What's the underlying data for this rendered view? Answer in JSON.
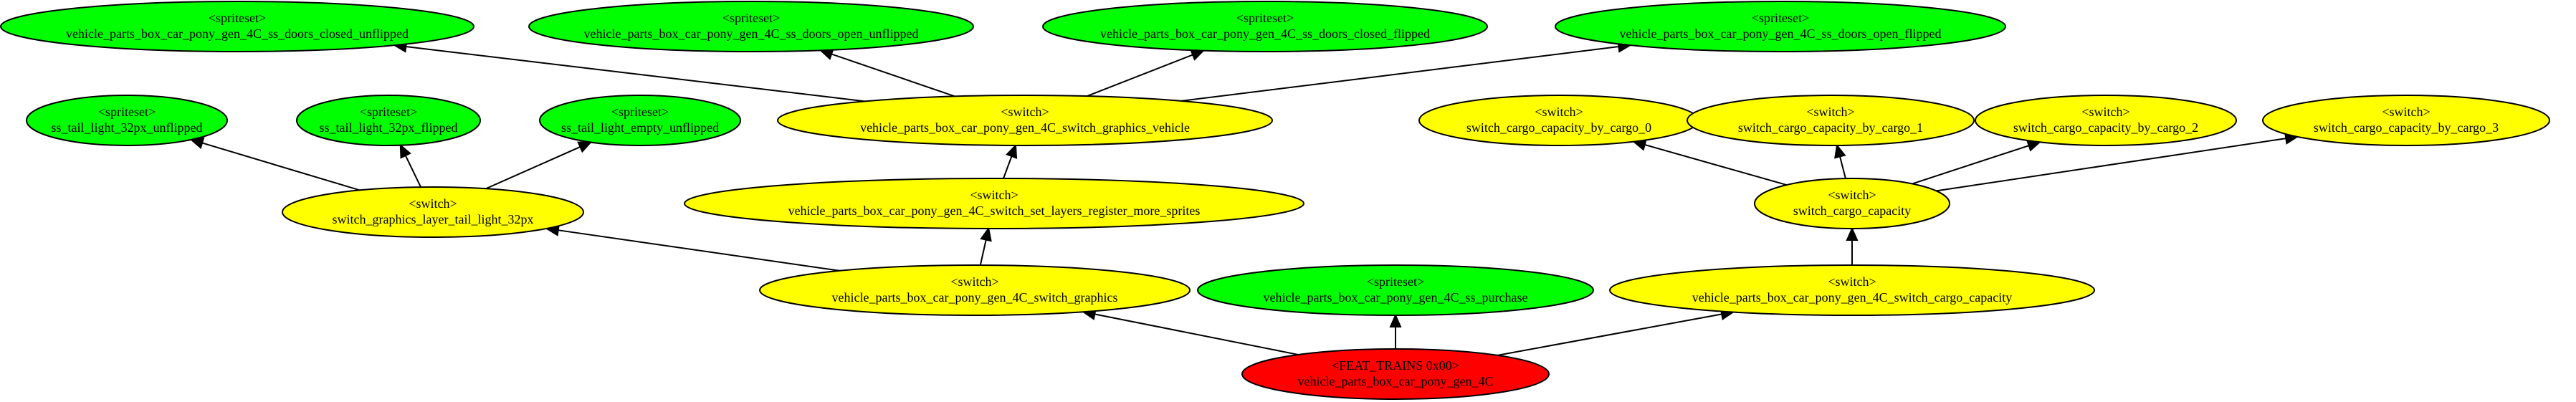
{
  "colors": {
    "spriteset": "#00ff00",
    "switch": "#ffff00",
    "root": "#ff0000",
    "edge": "#000000",
    "background": "#ffffff"
  },
  "nodes": [
    {
      "id": "n1",
      "kind": "spriteset",
      "line1": "<spriteset>",
      "line2": "vehicle_parts_box_car_pony_gen_4C_ss_doors_closed_unflipped"
    },
    {
      "id": "n2",
      "kind": "spriteset",
      "line1": "<spriteset>",
      "line2": "vehicle_parts_box_car_pony_gen_4C_ss_doors_open_unflipped"
    },
    {
      "id": "n3",
      "kind": "spriteset",
      "line1": "<spriteset>",
      "line2": "vehicle_parts_box_car_pony_gen_4C_ss_doors_closed_flipped"
    },
    {
      "id": "n4",
      "kind": "spriteset",
      "line1": "<spriteset>",
      "line2": "vehicle_parts_box_car_pony_gen_4C_ss_doors_open_flipped"
    },
    {
      "id": "n5",
      "kind": "spriteset",
      "line1": "<spriteset>",
      "line2": "ss_tail_light_32px_unflipped"
    },
    {
      "id": "n6",
      "kind": "spriteset",
      "line1": "<spriteset>",
      "line2": "ss_tail_light_32px_flipped"
    },
    {
      "id": "n7",
      "kind": "spriteset",
      "line1": "<spriteset>",
      "line2": "ss_tail_light_empty_unflipped"
    },
    {
      "id": "n8",
      "kind": "switch",
      "line1": "<switch>",
      "line2": "vehicle_parts_box_car_pony_gen_4C_switch_graphics_vehicle"
    },
    {
      "id": "n9",
      "kind": "switch",
      "line1": "<switch>",
      "line2": "switch_cargo_capacity_by_cargo_0"
    },
    {
      "id": "n10",
      "kind": "switch",
      "line1": "<switch>",
      "line2": "switch_cargo_capacity_by_cargo_1"
    },
    {
      "id": "n11",
      "kind": "switch",
      "line1": "<switch>",
      "line2": "switch_cargo_capacity_by_cargo_2"
    },
    {
      "id": "n12",
      "kind": "switch",
      "line1": "<switch>",
      "line2": "switch_cargo_capacity_by_cargo_3"
    },
    {
      "id": "n13",
      "kind": "switch",
      "line1": "<switch>",
      "line2": "switch_graphics_layer_tail_light_32px"
    },
    {
      "id": "n14",
      "kind": "switch",
      "line1": "<switch>",
      "line2": "vehicle_parts_box_car_pony_gen_4C_switch_set_layers_register_more_sprites"
    },
    {
      "id": "n15",
      "kind": "switch",
      "line1": "<switch>",
      "line2": "switch_cargo_capacity"
    },
    {
      "id": "n16",
      "kind": "switch",
      "line1": "<switch>",
      "line2": "vehicle_parts_box_car_pony_gen_4C_switch_graphics"
    },
    {
      "id": "n17",
      "kind": "spriteset",
      "line1": "<spriteset>",
      "line2": "vehicle_parts_box_car_pony_gen_4C_ss_purchase"
    },
    {
      "id": "n18",
      "kind": "switch",
      "line1": "<switch>",
      "line2": "vehicle_parts_box_car_pony_gen_4C_switch_cargo_capacity"
    },
    {
      "id": "n19",
      "kind": "root",
      "line1": "<FEAT_TRAINS 0x00>",
      "line2": "vehicle_parts_box_car_pony_gen_4C"
    }
  ],
  "edges": [
    {
      "from": "n8",
      "to": "n1"
    },
    {
      "from": "n8",
      "to": "n2"
    },
    {
      "from": "n8",
      "to": "n3"
    },
    {
      "from": "n8",
      "to": "n4"
    },
    {
      "from": "n13",
      "to": "n5"
    },
    {
      "from": "n13",
      "to": "n6"
    },
    {
      "from": "n13",
      "to": "n7"
    },
    {
      "from": "n14",
      "to": "n8"
    },
    {
      "from": "n15",
      "to": "n9"
    },
    {
      "from": "n15",
      "to": "n10"
    },
    {
      "from": "n15",
      "to": "n11"
    },
    {
      "from": "n15",
      "to": "n12"
    },
    {
      "from": "n16",
      "to": "n13"
    },
    {
      "from": "n16",
      "to": "n14"
    },
    {
      "from": "n18",
      "to": "n15"
    },
    {
      "from": "n19",
      "to": "n16"
    },
    {
      "from": "n19",
      "to": "n17"
    },
    {
      "from": "n19",
      "to": "n18"
    }
  ]
}
